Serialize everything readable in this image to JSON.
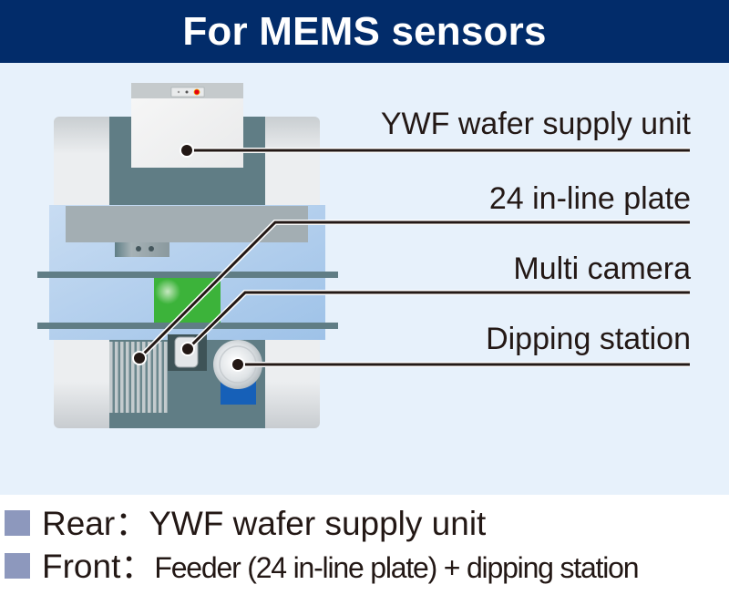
{
  "header": {
    "title": "For MEMS sensors"
  },
  "callouts": [
    {
      "label": "YWF wafer supply unit"
    },
    {
      "label": "24 in-line plate"
    },
    {
      "label": "Multi camera"
    },
    {
      "label": "Dipping station"
    }
  ],
  "legend": [
    {
      "key": "Rear",
      "separator": "：",
      "value": "YWF wafer supply unit"
    },
    {
      "key": "Front",
      "separator": "：",
      "value": "Feeder (24 in-line plate) + dipping station"
    }
  ],
  "colors": {
    "header_bg": "#022c6a",
    "panel_bg": "#e7f1fb",
    "legend_square": "#8d98bd",
    "status_lamp": "#e60012",
    "text": "#231815"
  }
}
